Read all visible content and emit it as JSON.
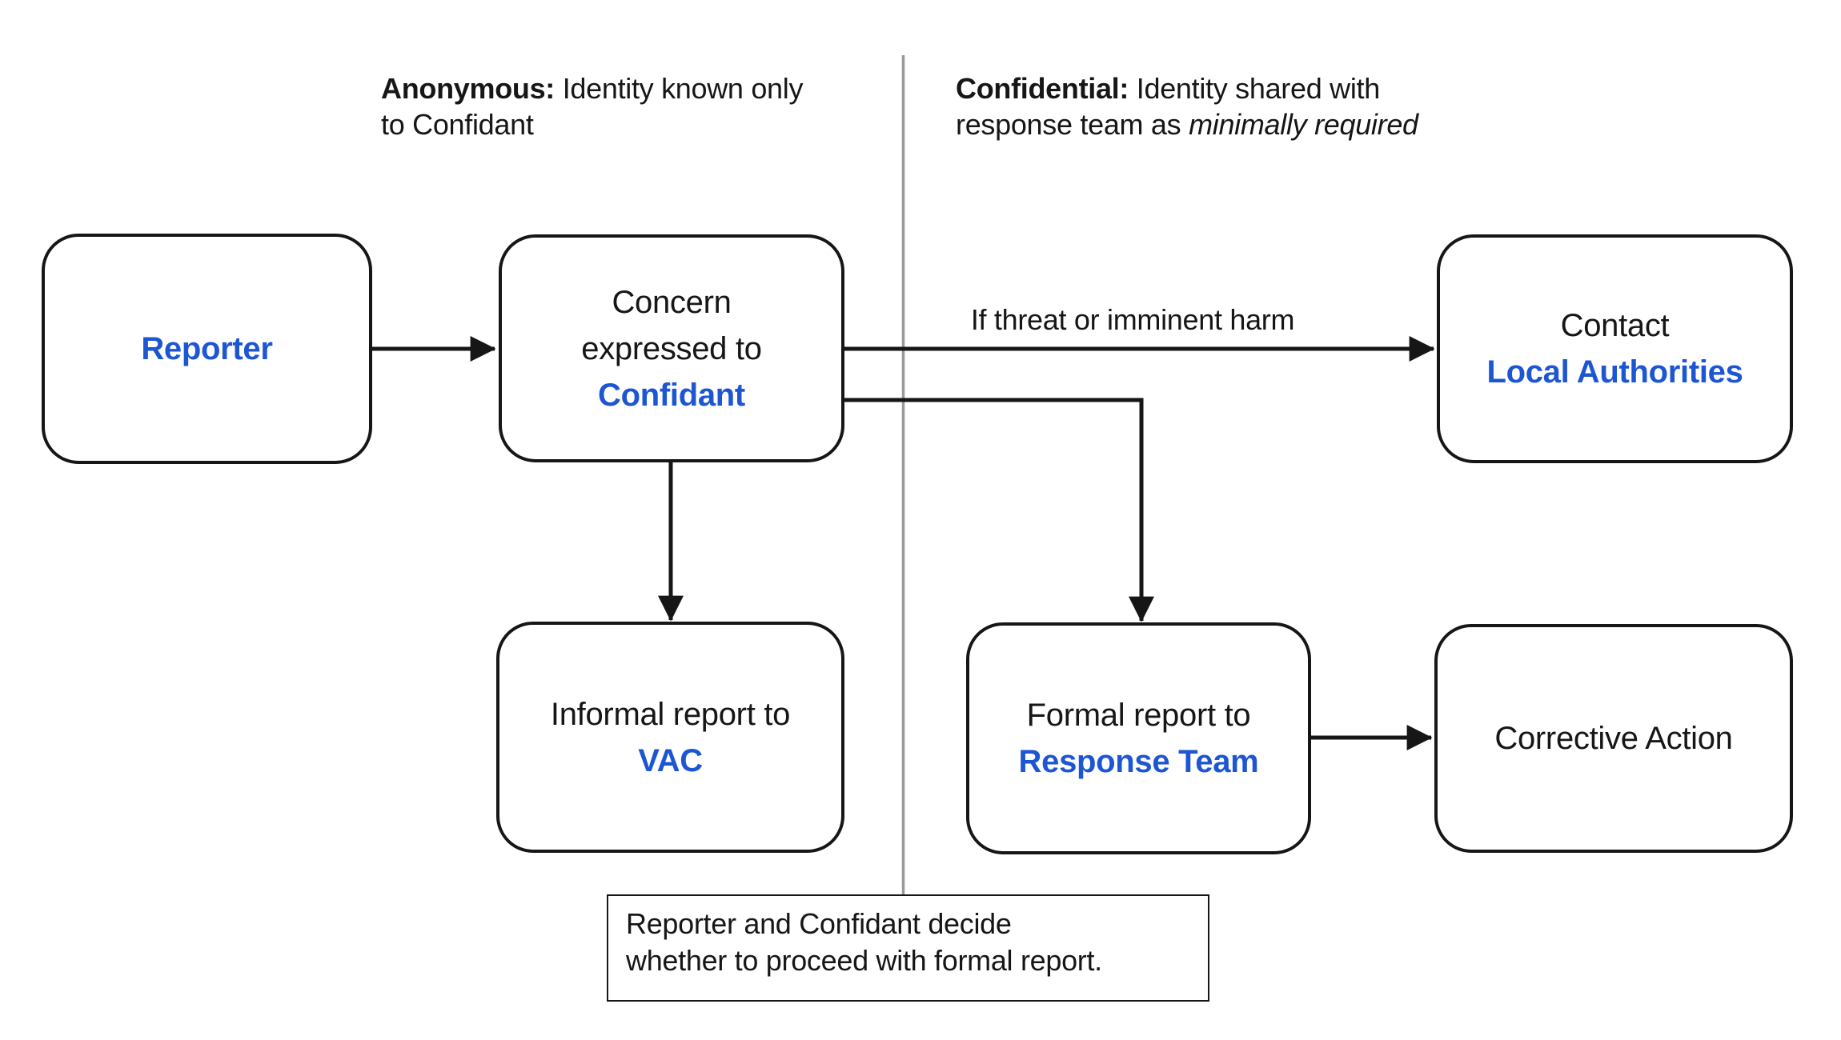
{
  "colors": {
    "accent": "#1d56d2",
    "ink": "#161616",
    "divider": "#9a9a9a",
    "bg": "#ffffff"
  },
  "zones": {
    "left": {
      "term": "Anonymous:",
      "line1_rest": " Identity known only",
      "line2": "to Confidant"
    },
    "right": {
      "term": "Confidential:",
      "line1_rest": " Identity shared with",
      "line2_pre": "response team as ",
      "line2_italic": "minimally required"
    }
  },
  "nodes": {
    "reporter": {
      "lines": [
        {
          "text": "Reporter",
          "accent": true
        }
      ]
    },
    "concern": {
      "lines": [
        {
          "text": "Concern",
          "accent": false
        },
        {
          "text": "expressed to",
          "accent": false
        },
        {
          "text": "Confidant",
          "accent": true
        }
      ]
    },
    "contact": {
      "lines": [
        {
          "text": "Contact",
          "accent": false
        },
        {
          "text": "Local Authorities",
          "accent": true
        }
      ]
    },
    "vac": {
      "lines": [
        {
          "text": "Informal report to",
          "accent": false
        },
        {
          "text": "VAC",
          "accent": true
        }
      ]
    },
    "formal": {
      "lines": [
        {
          "text": "Formal report to",
          "accent": false
        },
        {
          "text": "Response Team",
          "accent": true
        }
      ]
    },
    "corrective": {
      "lines": [
        {
          "text": "Corrective Action",
          "accent": false
        }
      ]
    }
  },
  "edge_labels": {
    "threat": "If threat or imminent harm"
  },
  "note": {
    "lines": [
      "Reporter and Confidant decide",
      "whether to proceed with formal report."
    ]
  }
}
